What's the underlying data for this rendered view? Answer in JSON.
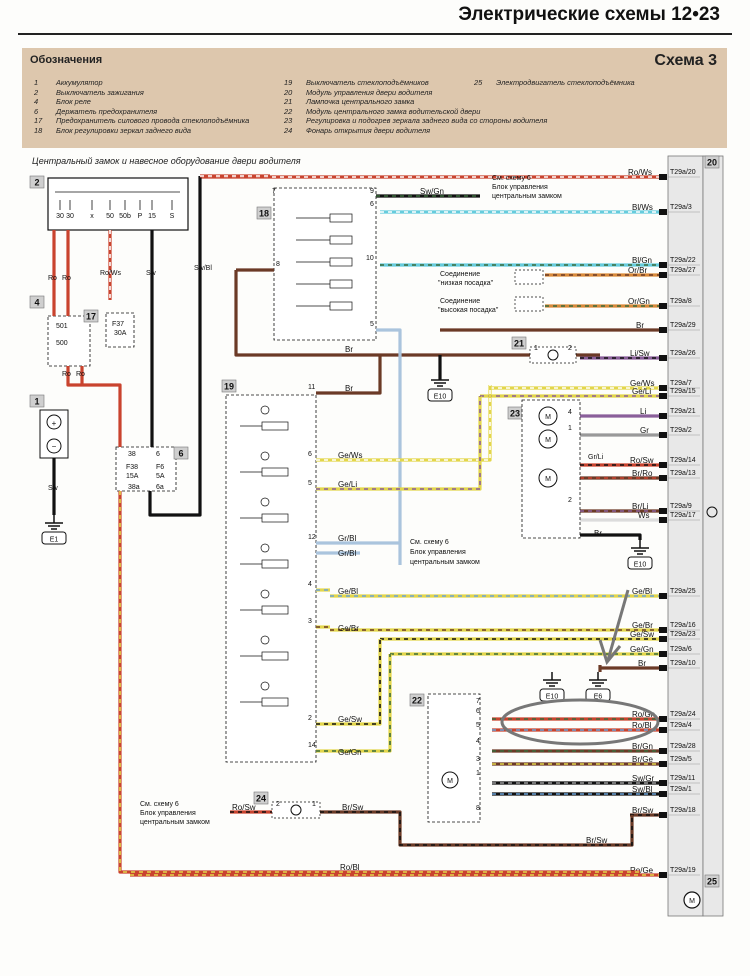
{
  "header": {
    "title": "Электрические схемы 12•23"
  },
  "legend": {
    "title": "Обозначения",
    "scheme": "Схема 3",
    "col1": [
      {
        "n": "1",
        "t": "Аккумулятор"
      },
      {
        "n": "2",
        "t": "Выключатель зажигания"
      },
      {
        "n": "4",
        "t": "Блок реле"
      },
      {
        "n": "6",
        "t": "Держатель предохранителя"
      },
      {
        "n": "17",
        "t": "Предохранитель силового провода стеклоподъёмника"
      },
      {
        "n": "18",
        "t": "Блок регулировки зеркал заднего вида"
      }
    ],
    "col2": [
      {
        "n": "19",
        "t": "Выключатель стеклоподъёмников"
      },
      {
        "n": "20",
        "t": "Модуль управления двери водителя"
      },
      {
        "n": "21",
        "t": "Лампочка центрального замка"
      },
      {
        "n": "22",
        "t": "Модуль центрального замка водительской двери"
      },
      {
        "n": "23",
        "t": "Регулировка и подогрев зеркала заднего вида со стороны водителя"
      },
      {
        "n": "24",
        "t": "Фонарь открытия двери водителя"
      }
    ],
    "col3": [
      {
        "n": "25",
        "t": "Электродвигатель стеклоподъёмника"
      }
    ]
  },
  "subtitle": "Центральный замок и навесное оборудование двери водителя",
  "badges": {
    "b2": "2",
    "b4": "4",
    "b17": "17",
    "b1": "1",
    "b18": "18",
    "b19": "19",
    "b6": "6",
    "b20": "20",
    "b21": "21",
    "b22": "22",
    "b23": "23",
    "b24": "24",
    "b25": "25"
  },
  "ignition_terms": [
    "30",
    "30",
    "x",
    "50",
    "50b",
    "P",
    "15",
    "S"
  ],
  "fuses": {
    "f37": "F37",
    "f37a": "30A",
    "f38": "F38",
    "f38a": "15A",
    "f6": "F6",
    "f6a": "5A",
    "t38": "38",
    "t38a": "38a",
    "t6": "6",
    "t6a": "6a",
    "r501": "501",
    "r500": "500"
  },
  "grounds": {
    "e1": "E1",
    "e10a": "E10",
    "e10b": "E10",
    "e10c": "E10",
    "e6": "E6"
  },
  "notes": {
    "n1": [
      "См. схему 6",
      "Блок управления",
      "центральным замком"
    ],
    "n2": [
      "См. схему 6",
      "Блок управления",
      "центральным замком"
    ],
    "n3": [
      "См. схему 6",
      "Блок управления",
      "центральным замком"
    ],
    "low": [
      "Соединение",
      "\"низкая посадка\""
    ],
    "high": [
      "Соединение",
      "\"высокая посадка\""
    ]
  },
  "connectors": [
    {
      "pin": "T29a/20",
      "wire": "Ro/Ws"
    },
    {
      "pin": "T29a/3",
      "wire": "Bl/Ws"
    },
    {
      "pin": "T29a/22",
      "wire": "Bl/Gn"
    },
    {
      "pin": "T29a/27",
      "wire": "Or/Br"
    },
    {
      "pin": "T29a/8",
      "wire": "Or/Gn"
    },
    {
      "pin": "T29a/29",
      "wire": "Br"
    },
    {
      "pin": "T29a/26",
      "wire": "Li/Sw"
    },
    {
      "pin": "T29a/7",
      "wire": "Ge/Ws"
    },
    {
      "pin": "T29a/15",
      "wire": "Ge/Li"
    },
    {
      "pin": "T29a/21",
      "wire": "Li"
    },
    {
      "pin": "T29a/2",
      "wire": "Gr"
    },
    {
      "pin": "T29a/14",
      "wire": "Ro/Sw"
    },
    {
      "pin": "T29a/13",
      "wire": "Br/Ro"
    },
    {
      "pin": "T29a/9",
      "wire": "Br/Li"
    },
    {
      "pin": "T29a/17",
      "wire": "Ws"
    },
    {
      "pin": "T29a/25",
      "wire": "Ge/Bl"
    },
    {
      "pin": "T29a/16",
      "wire": "Ge/Br"
    },
    {
      "pin": "T29a/23",
      "wire": "Ge/Sw"
    },
    {
      "pin": "T29a/6",
      "wire": "Ge/Gn"
    },
    {
      "pin": "T29a/10",
      "wire": "Br"
    },
    {
      "pin": "T29a/24",
      "wire": "Ro/Gn"
    },
    {
      "pin": "T29a/4",
      "wire": "Ro/Bl"
    },
    {
      "pin": "T29a/28",
      "wire": "Br/Gn"
    },
    {
      "pin": "T29a/5",
      "wire": "Br/Ge"
    },
    {
      "pin": "T29a/11",
      "wire": "Sw/Gr"
    },
    {
      "pin": "T29a/1",
      "wire": "Sw/Bl"
    },
    {
      "pin": "T29a/18",
      "wire": "Br/Sw"
    },
    {
      "pin": "T29a/19",
      "wire": "Ro/Ge"
    }
  ],
  "wires": {
    "ro1": "Ro",
    "ro2": "Ro",
    "rows": "Ro/Ws",
    "sw": "Sw",
    "swbl": "Sw/Bl",
    "ro3": "Ro",
    "ro4": "Ro",
    "sw2": "Sw",
    "swgn": "Sw/Gn",
    "blws": "Bl/Ws",
    "blgn": "Bl/Gn",
    "br": "Br",
    "br2": "Br",
    "br3": "Br",
    "br4": "Br",
    "brsw": "Br/Sw",
    "brsw2": "Br/Sw",
    "gews": "Ge/Ws",
    "geli": "Ge/Li",
    "grbl": "Gr/Bl",
    "grbl2": "Gr/Bl",
    "gebl": "Ge/Bl",
    "gebr": "Ge/Br",
    "gesw": "Ge/Sw",
    "gegn": "Ge/Gn",
    "rosw": "Ro/Sw",
    "robl": "Ro/Bl",
    "grli": "Gr/Li",
    "rosw2": "Ro/Sw",
    "br5": "Br"
  },
  "pins": {
    "p7": "7",
    "p9": "9",
    "p6": "6",
    "p8": "8",
    "p10": "10",
    "p5": "5",
    "s11": "11",
    "s6": "6",
    "s5": "5",
    "s12": "12",
    "s4": "4",
    "s3": "3",
    "s2": "2",
    "s14": "14",
    "m4": "4",
    "m1": "1",
    "m2": "2",
    "l1": "1",
    "l2": "2",
    "d7": "7",
    "d6": "6",
    "d5": "5",
    "d4": "4",
    "d3": "3",
    "d1": "1",
    "d8": "8",
    "g1": "1",
    "g2": "2"
  },
  "colors": {
    "red": "#c9432e",
    "black": "#111111",
    "brown": "#6b3a26",
    "cyan": "#66ccdd",
    "yellow": "#e3d64a",
    "purple": "#8a5f9a",
    "grey": "#999999",
    "orange": "#d98a3a",
    "legend_bg": "#ddc7ad",
    "badge": "#cfcfcf",
    "connector_bg": "#e8e8e8"
  }
}
